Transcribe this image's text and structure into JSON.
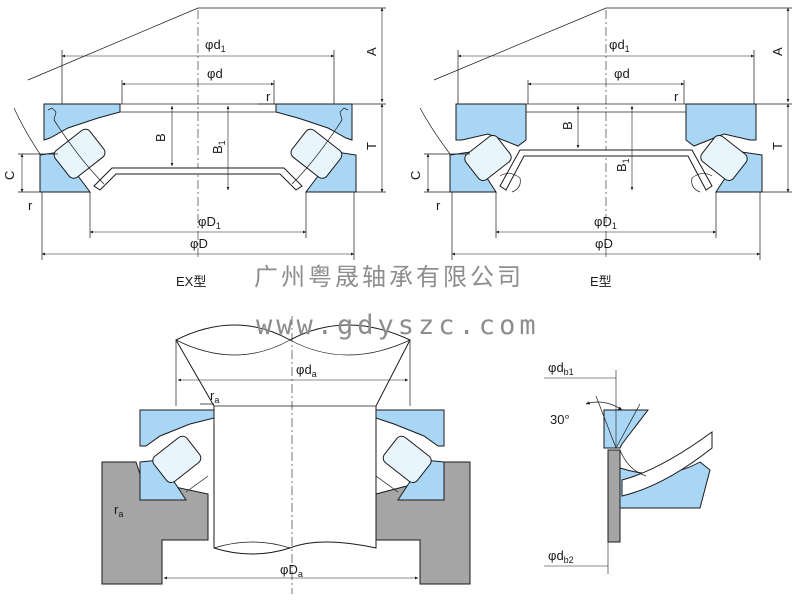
{
  "captions": {
    "ex_type": "EX型",
    "e_type": "E型"
  },
  "watermark": {
    "company": "广州粤晟轴承有限公司",
    "website": "www.gdyszc.com"
  },
  "labels": {
    "phi": "φ",
    "d1": "d",
    "d1_sub": "1",
    "d": "d",
    "D1": "D",
    "D1_sub": "1",
    "D": "D",
    "A": "A",
    "T": "T",
    "B": "B",
    "B1": "B",
    "B1_sub": "1",
    "C": "C",
    "r": "r",
    "da": "d",
    "da_sub": "a",
    "Da": "D",
    "Da_sub": "a",
    "ra": "r",
    "ra_sub": "a",
    "db1": "d",
    "db1_sub": "b1",
    "db2": "d",
    "db2_sub": "b2",
    "angle": "30°"
  },
  "colors": {
    "bearing_fill": "#a9d6f5",
    "housing_fill": "#a5a5a5",
    "line": "#1a1a1a",
    "watermark": "#8d8d8d"
  }
}
